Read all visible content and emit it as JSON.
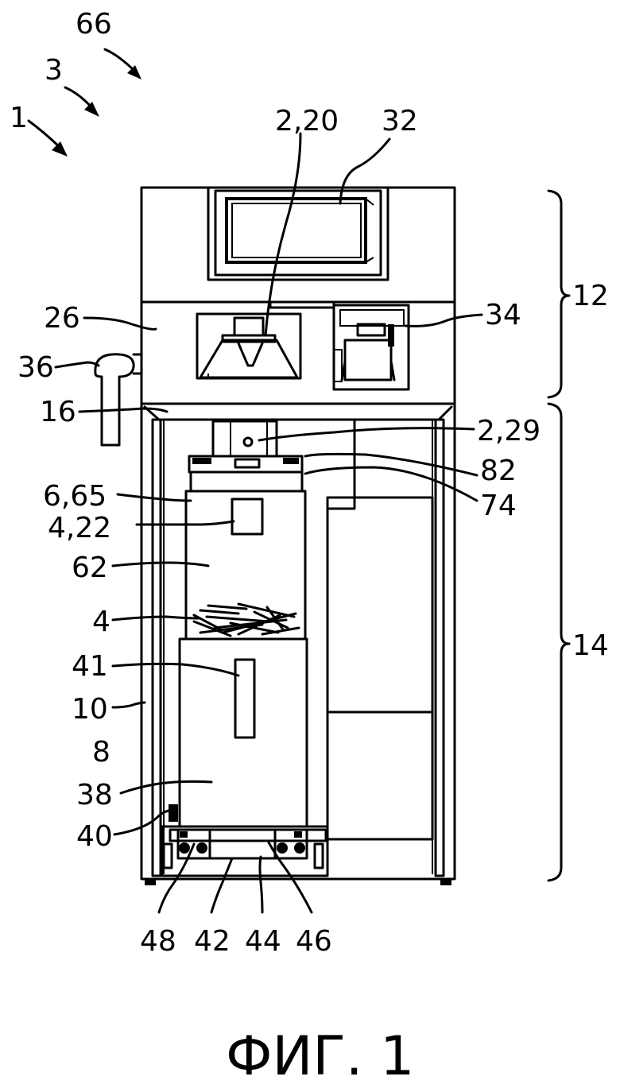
{
  "figure": {
    "caption": "ФИГ. 1",
    "arrow_labels": [
      "66",
      "3",
      "1"
    ],
    "reference_labels": {
      "l_2_20": "2,20",
      "l_32": "32",
      "l_12": "12",
      "l_34": "34",
      "l_26": "26",
      "l_36": "36",
      "l_16": "16",
      "l_2_29": "2,29",
      "l_82": "82",
      "l_6_65": "6,65",
      "l_74": "74",
      "l_4_22": "4,22",
      "l_62": "62",
      "l_4": "4",
      "l_14": "14",
      "l_41": "41",
      "l_10": "10",
      "l_8": "8",
      "l_38": "38",
      "l_40": "40",
      "l_48": "48",
      "l_42": "42",
      "l_44": "44",
      "l_46": "46"
    }
  }
}
